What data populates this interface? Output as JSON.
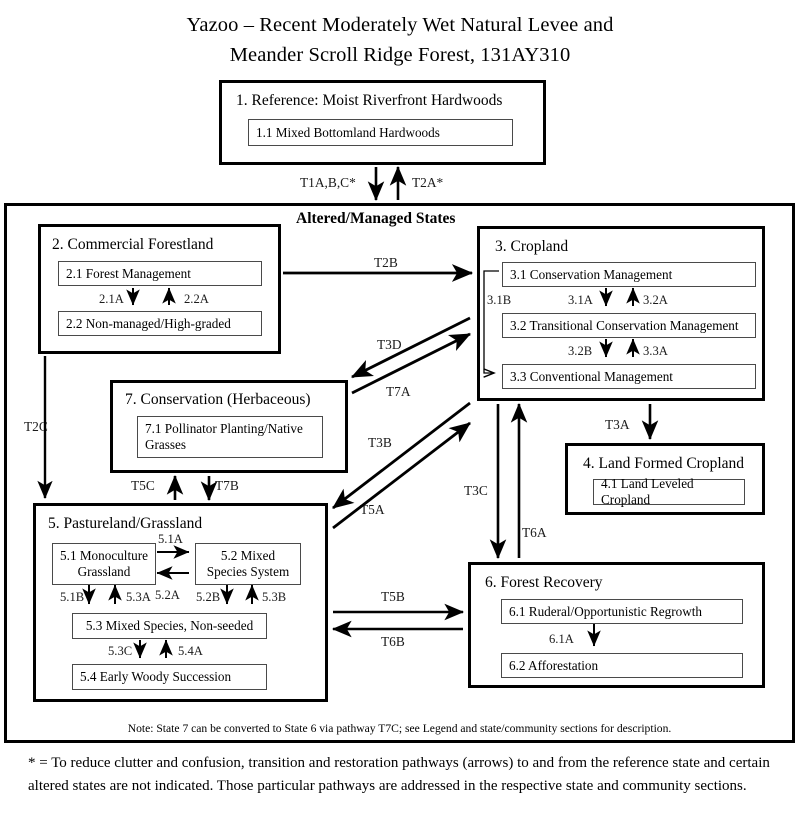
{
  "title": {
    "line1": "Yazoo – Recent Moderately Wet Natural Levee and",
    "line2": "Meander Scroll Ridge Forest, 131AY310"
  },
  "altered_container": {
    "label": "Altered/Managed States"
  },
  "states": {
    "s1": {
      "title": "1. Reference: Moist Riverfront Hardwoods",
      "subs": [
        {
          "label": "1.1 Mixed Bottomland Hardwoods"
        }
      ]
    },
    "s2": {
      "title": "2. Commercial Forestland",
      "subs": [
        {
          "label": "2.1 Forest Management"
        },
        {
          "label": "2.2 Non-managed/High-graded"
        }
      ]
    },
    "s3": {
      "title": "3. Cropland",
      "subs": [
        {
          "label": "3.1 Conservation Management"
        },
        {
          "label": "3.2 Transitional Conservation Management"
        },
        {
          "label": "3.3 Conventional Management"
        }
      ]
    },
    "s4": {
      "title": "4. Land Formed Cropland",
      "subs": [
        {
          "label": "4.1 Land Leveled Cropland"
        }
      ]
    },
    "s5": {
      "title": "5. Pastureland/Grassland",
      "subs": [
        {
          "label": "5.1 Monoculture Grassland"
        },
        {
          "label": "5.2 Mixed Species System"
        },
        {
          "label": "5.3 Mixed Species, Non-seeded"
        },
        {
          "label": "5.4 Early Woody Succession"
        }
      ]
    },
    "s6": {
      "title": "6. Forest Recovery",
      "subs": [
        {
          "label": "6.1 Ruderal/Opportunistic Regrowth"
        },
        {
          "label": "6.2 Afforestation"
        }
      ]
    },
    "s7": {
      "title": "7. Conservation (Herbaceous)",
      "subs": [
        {
          "label": "7.1 Pollinator Planting/Native Grasses"
        }
      ]
    }
  },
  "pathways": {
    "t1abc": "T1A,B,C*",
    "t2a": "T2A*",
    "t2b": "T2B",
    "t2c": "T2C",
    "t3a": "T3A",
    "t3b": "T3B",
    "t3c": "T3C",
    "t3d": "T3D",
    "t5a": "T5A",
    "t5b": "T5B",
    "t5c": "T5C",
    "t6a": "T6A",
    "t6b": "T6B",
    "t7a": "T7A",
    "t7b": "T7B",
    "p21a": "2.1A",
    "p22a": "2.2A",
    "p31a": "3.1A",
    "p31b": "3.1B",
    "p32a": "3.2A",
    "p32b": "3.2B",
    "p33a": "3.3A",
    "p51a": "5.1A",
    "p51b": "5.1B",
    "p52a": "5.2A",
    "p52b": "5.2B",
    "p53a": "5.3A",
    "p53b": "5.3B",
    "p53c": "5.3C",
    "p54a": "5.4A",
    "p61a": "6.1A"
  },
  "note": "Note: State 7 can be converted to State 6 via pathway T7C; see Legend and state/community sections for description.",
  "footnote": "* = To reduce clutter and confusion, transition and restoration pathways (arrows) to and from the reference state and certain altered states are not indicated. Those particular pathways are addressed in the respective state and community sections.",
  "colors": {
    "stroke": "#000000",
    "sub_border": "#4a4a4a",
    "background": "#ffffff"
  }
}
